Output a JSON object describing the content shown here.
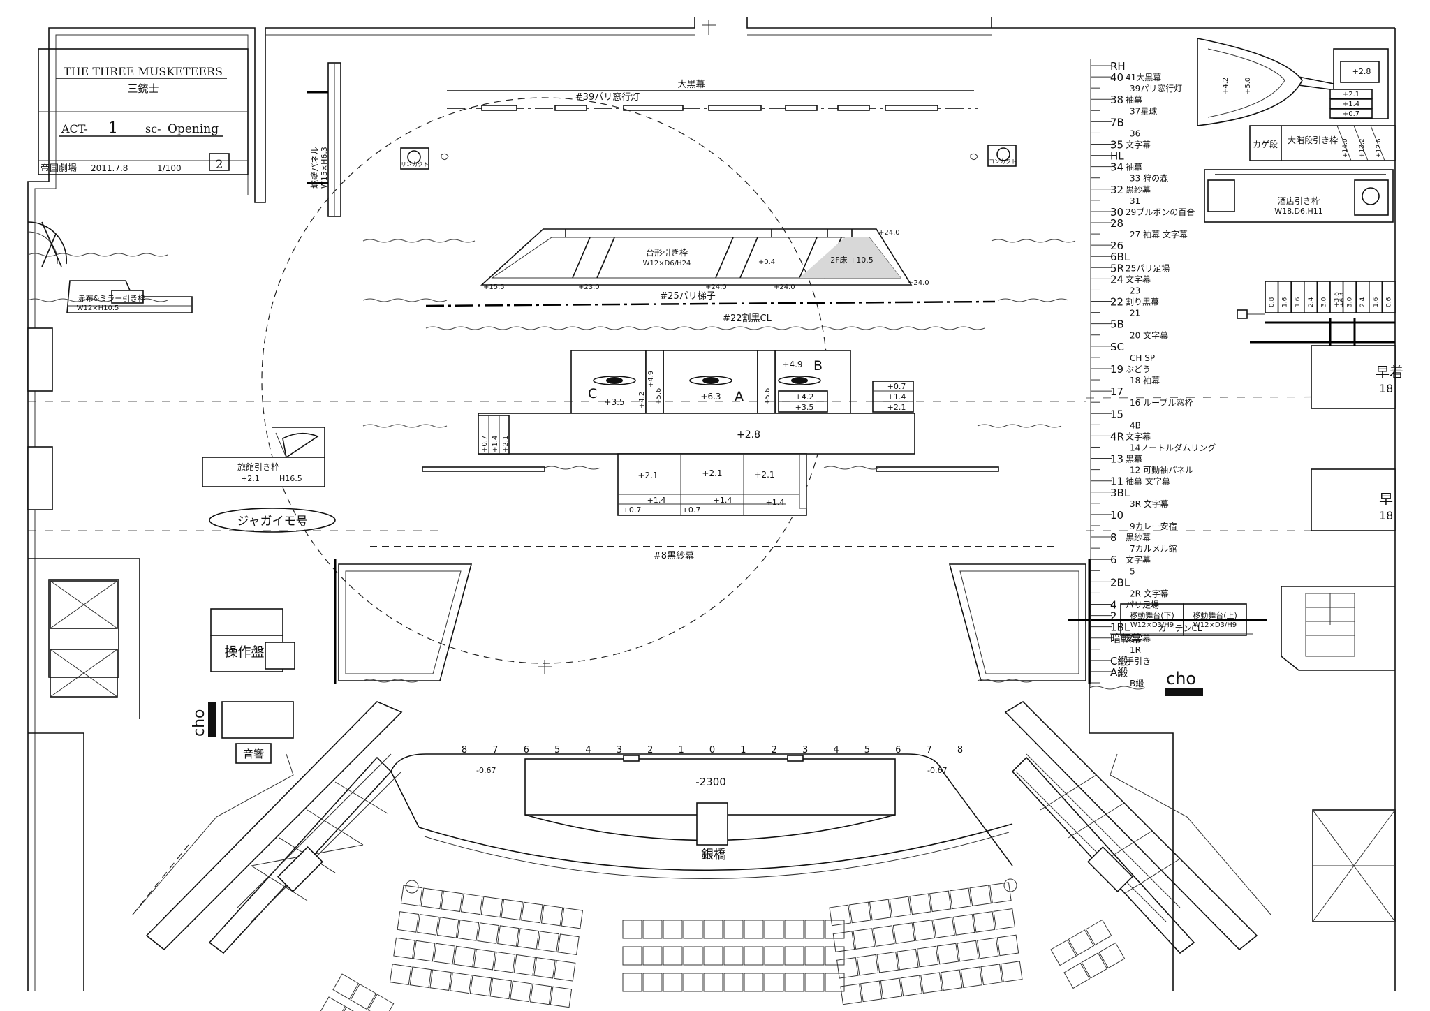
{
  "title_block": {
    "show_title": "THE THREE MUSKETEERS",
    "show_title_ja": "三銃士",
    "act_label": "ACT-",
    "act_number": "1",
    "scene_label": "sc-",
    "scene_name": "Opening",
    "theatre": "帝国劇場",
    "date": "2011.7.8",
    "scale": "1/100",
    "sheet_number": "2"
  },
  "labels": {
    "main_black_curtain": "大黒幕",
    "paris_window_lights": "#39パリ窓行灯",
    "paris_ladder": "#25パリ梯子",
    "split_black_cl": "#22割黒CL",
    "black_gauze": "#8黒紗幕",
    "wagon_title": "台形引き枠",
    "wagon_dims": "W12×D6/H24",
    "wagon_2f": "2F床 +10.5",
    "wagon_mid": "+0.4",
    "wagon_l1": "+15.5",
    "wagon_l2": "+23.0",
    "wagon_l3": "+24.0",
    "wagon_l4": "+24.0",
    "wagon_l5": "+24.0",
    "wagon_l6": "+24.0",
    "castle_panel": "城壁パネル",
    "castle_dims": "W15×H6.3",
    "inn_title": "旅館引き枠",
    "inn_h": "+2.1",
    "inn_dims": "H16.5",
    "red_sail": "赤布&ミラー引き枠",
    "red_sail_dims": "W12×H10.5",
    "potato_ship": "ジャガイモ号",
    "control_panel": "操作盤",
    "sound": "音響",
    "cho": "cho",
    "pit_depth": "-2300",
    "silver_bridge": "銀橋",
    "pit_left_val": "-0.67",
    "pit_right_val": "-0.67",
    "movable_lower": "移動舞台(下)",
    "movable_lower_dims": "W12×D3/H9",
    "movable_upper": "移動舞台(上)",
    "movable_upper_dims": "W12×D3/H9",
    "curtain_cl": "カーテンCL",
    "big_stair": "大階段引き枠",
    "kage_step": "カゲ段",
    "hotel_wagon": "酒店引き枠",
    "hotel_dims": "W18.D6.H11",
    "quick_change_1": "早着",
    "quick_change_1_sub": "18",
    "quick_change_2": "早",
    "quick_change_2_sub": "18",
    "spot_left": "リンカクト",
    "spot_right": "コンカクト",
    "stair_h": "+2.8",
    "stair_v1": "+4.2",
    "stair_v2": "+5.0"
  },
  "stage_units": {
    "A": "A",
    "B": "B",
    "C": "C",
    "c_height": "+3.5",
    "a_height": "+6.3",
    "b_height": "+4.9",
    "v42": "+4.2",
    "v49": "+4.9",
    "v56a": "+5.6",
    "v56b": "+5.6",
    "b42": "+4.2",
    "b35": "+3.5",
    "r07": "+0.7",
    "r14": "+1.4",
    "r21": "+2.1",
    "l07": "+0.7",
    "l14": "+1.4",
    "l21": "+2.1",
    "main_deck": "+2.8",
    "f21a": "+2.1",
    "f21b": "+2.1",
    "f21c": "+2.1",
    "f14a": "+1.4",
    "f14b": "+1.4",
    "f14c": "+1.4",
    "f07a": "+0.7",
    "f07b": "+0.7"
  },
  "stair_steps": [
    "+2.1",
    "+1.4",
    "+0.7"
  ],
  "stair_vert": [
    "+14.0",
    "+13.2",
    "+12.6"
  ],
  "flying_units": [
    "0.8",
    "1.6",
    "1.6",
    "2.4",
    "3.0",
    "+3.6\n+6.4",
    "3.0",
    "2.4",
    "1.6",
    "0.6"
  ],
  "pit_numbers": [
    "8",
    "7",
    "6",
    "5",
    "4",
    "3",
    "2",
    "1",
    "0",
    "1",
    "2",
    "3",
    "4",
    "5",
    "6",
    "7",
    "8"
  ],
  "fly_ticks": [
    {
      "num": "RH",
      "desc": ""
    },
    {
      "num": "40",
      "desc": "41大黒幕"
    },
    {
      "num": "",
      "desc": "39パリ窓行灯"
    },
    {
      "num": "38",
      "desc": "袖幕"
    },
    {
      "num": "",
      "desc": "37星球"
    },
    {
      "num": "7B",
      "desc": ""
    },
    {
      "num": "",
      "desc": "36"
    },
    {
      "num": "35",
      "desc": "文字幕"
    },
    {
      "num": "HL",
      "desc": ""
    },
    {
      "num": "34",
      "desc": "袖幕"
    },
    {
      "num": "",
      "desc": "33 狩の森"
    },
    {
      "num": "32",
      "desc": "黒紗幕"
    },
    {
      "num": "",
      "desc": "31"
    },
    {
      "num": "30",
      "desc": "29ブルボンの百合"
    },
    {
      "num": "28",
      "desc": ""
    },
    {
      "num": "",
      "desc": "27 袖幕 文字幕"
    },
    {
      "num": "26",
      "desc": ""
    },
    {
      "num": "6BL",
      "desc": ""
    },
    {
      "num": "5R",
      "desc": "25パリ足場"
    },
    {
      "num": "24",
      "desc": "文字幕"
    },
    {
      "num": "",
      "desc": "23"
    },
    {
      "num": "22",
      "desc": "割り黒幕"
    },
    {
      "num": "",
      "desc": "21"
    },
    {
      "num": "5B",
      "desc": ""
    },
    {
      "num": "",
      "desc": "20 文字幕"
    },
    {
      "num": "SC",
      "desc": ""
    },
    {
      "num": "",
      "desc": "CH SP"
    },
    {
      "num": "19",
      "desc": "ぶどう"
    },
    {
      "num": "",
      "desc": "18 袖幕"
    },
    {
      "num": "17",
      "desc": ""
    },
    {
      "num": "",
      "desc": "16 ルーブル窓枠"
    },
    {
      "num": "15",
      "desc": ""
    },
    {
      "num": "",
      "desc": "4B"
    },
    {
      "num": "4R",
      "desc": "文字幕"
    },
    {
      "num": "",
      "desc": "14ノートルダムリング"
    },
    {
      "num": "13",
      "desc": "黒幕"
    },
    {
      "num": "",
      "desc": "12 可動袖パネル"
    },
    {
      "num": "11",
      "desc": "袖幕 文字幕"
    },
    {
      "num": "3BL",
      "desc": ""
    },
    {
      "num": "",
      "desc": "3R 文字幕"
    },
    {
      "num": "10",
      "desc": ""
    },
    {
      "num": "",
      "desc": "9カレー安宿"
    },
    {
      "num": "8",
      "desc": "黒紗幕"
    },
    {
      "num": "",
      "desc": "7カルメル館"
    },
    {
      "num": "6",
      "desc": "文字幕"
    },
    {
      "num": "",
      "desc": "5"
    },
    {
      "num": "2BL",
      "desc": ""
    },
    {
      "num": "",
      "desc": "2R 文字幕"
    },
    {
      "num": "4",
      "desc": "パリ足場"
    },
    {
      "num": "2",
      "desc": ""
    },
    {
      "num": "1BL",
      "desc": ""
    },
    {
      "num": "暗転幕",
      "desc": "文字幕"
    },
    {
      "num": "",
      "desc": "1R"
    },
    {
      "num": "C緞",
      "desc": "手引き"
    },
    {
      "num": "A緞",
      "desc": ""
    },
    {
      "num": "",
      "desc": "B緞"
    }
  ],
  "fly_cho": "cho"
}
